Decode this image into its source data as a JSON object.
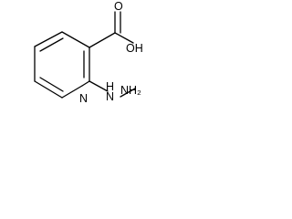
{
  "molecule": {
    "atoms": {
      "carboxyl_oxygen": "O",
      "hydroxyl": "OH",
      "ring_nitrogen": "N",
      "hydrazine_nh": "H",
      "hydrazine_nh_n": "N",
      "terminal_nh2": "NH₂"
    }
  }
}
